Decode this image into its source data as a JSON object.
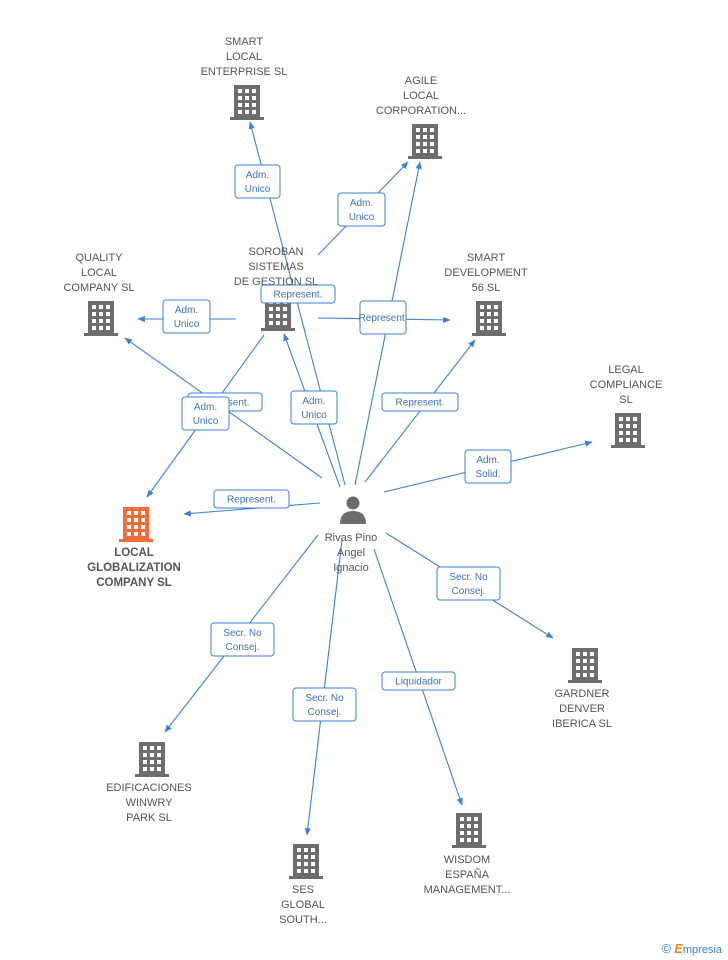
{
  "person": {
    "lines": [
      "Rivas Pino",
      "Angel",
      "Ignacio"
    ],
    "icon": "person-icon"
  },
  "companies": [
    {
      "id": "smart-local",
      "lines": [
        "SMART",
        "LOCAL",
        "ENTERPRISE  SL"
      ],
      "icon": "building-icon",
      "highlight": false
    },
    {
      "id": "agile-local",
      "lines": [
        "AGILE",
        "LOCAL",
        "CORPORATION..."
      ],
      "icon": "building-icon",
      "highlight": false
    },
    {
      "id": "quality-local",
      "lines": [
        "QUALITY",
        "LOCAL",
        "COMPANY  SL"
      ],
      "icon": "building-icon",
      "highlight": false
    },
    {
      "id": "soroban",
      "lines": [
        "SOROBAN",
        "SISTEMAS",
        "DE GESTION SL"
      ],
      "icon": "building-icon",
      "highlight": false
    },
    {
      "id": "smart-development",
      "lines": [
        "SMART",
        "DEVELOPMENT",
        "56  SL"
      ],
      "icon": "building-icon",
      "highlight": false
    },
    {
      "id": "legal-compliance",
      "lines": [
        "LEGAL",
        "COMPLIANCE",
        "SL"
      ],
      "icon": "building-icon",
      "highlight": false
    },
    {
      "id": "local-globalization",
      "lines": [
        "LOCAL",
        "GLOBALIZATION",
        "COMPANY SL"
      ],
      "icon": "building-icon",
      "highlight": true
    },
    {
      "id": "gardner",
      "lines": [
        "GARDNER",
        "DENVER",
        "IBERICA  SL"
      ],
      "icon": "building-icon",
      "highlight": false
    },
    {
      "id": "edificaciones",
      "lines": [
        "EDIFICACIONES",
        "WINWRY",
        "PARK SL"
      ],
      "icon": "building-icon",
      "highlight": false
    },
    {
      "id": "ses-global",
      "lines": [
        "SES",
        "GLOBAL",
        "SOUTH..."
      ],
      "icon": "building-icon",
      "highlight": false
    },
    {
      "id": "wisdom",
      "lines": [
        "WISDOM",
        "ESPAÑA",
        "MANAGEMENT..."
      ],
      "icon": "building-icon",
      "highlight": false
    }
  ],
  "relations": [
    {
      "from": "person",
      "to": "smart-local",
      "lines": [
        "Adm.",
        "Unico"
      ]
    },
    {
      "from": "soroban",
      "to": "agile-local",
      "lines": [
        "Adm.",
        "Unico"
      ]
    },
    {
      "from": "person",
      "to": "agile-local",
      "lines": [
        "Represent."
      ]
    },
    {
      "from": "soroban",
      "to": "quality-local",
      "lines": [
        "Adm.",
        "Unico"
      ]
    },
    {
      "from": "soroban",
      "to": "smart-development",
      "lines": [
        "Represent."
      ]
    },
    {
      "from": "person",
      "to": "soroban",
      "lines": [
        "Adm.",
        "Unico"
      ]
    },
    {
      "from": "person",
      "to": "quality-local",
      "lines": [
        "Represent."
      ]
    },
    {
      "from": "soroban",
      "to": "local-globalization",
      "lines": [
        "Adm.",
        "Unico"
      ]
    },
    {
      "from": "person",
      "to": "smart-development",
      "lines": [
        "Represent."
      ]
    },
    {
      "from": "person",
      "to": "legal-compliance",
      "lines": [
        "Adm.",
        "Solid."
      ]
    },
    {
      "from": "person",
      "to": "local-globalization",
      "lines": [
        "Represent."
      ]
    },
    {
      "from": "person",
      "to": "gardner",
      "lines": [
        "Secr.  No",
        "Consej."
      ]
    },
    {
      "from": "person",
      "to": "edificaciones",
      "lines": [
        "Secr.  No",
        "Consej."
      ]
    },
    {
      "from": "person",
      "to": "ses-global",
      "lines": [
        "Secr.  No",
        "Consej."
      ]
    },
    {
      "from": "person",
      "to": "wisdom",
      "lines": [
        "Liquidador"
      ]
    }
  ],
  "colors": {
    "edge": "#3b82d6",
    "node": "#6d6d6d",
    "highlight": "#f26b38",
    "label": "#555555"
  },
  "footer": {
    "copyright": "©",
    "brand_initial": "E",
    "brand_rest": "mpresia"
  }
}
